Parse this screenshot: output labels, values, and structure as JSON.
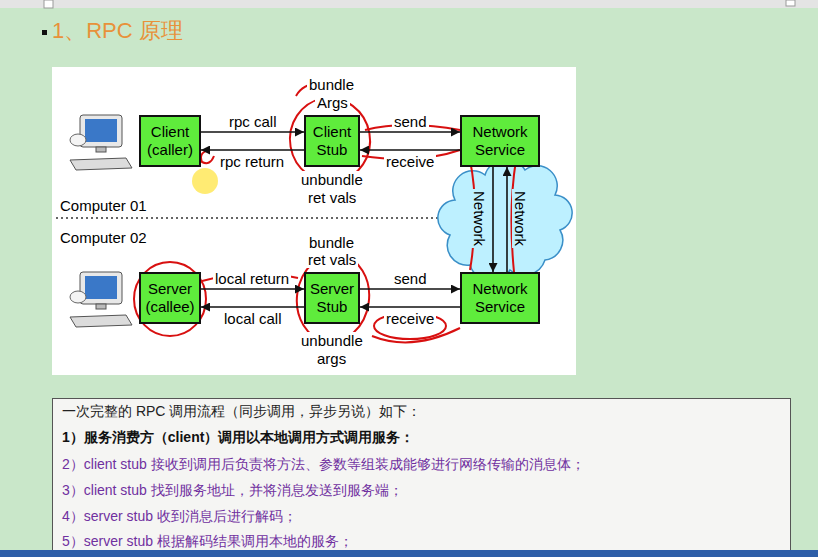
{
  "diagram": {
    "title": "1、RPC 原理",
    "nodes": [
      {
        "text": [
          "Client (caller)"
        ]
      },
      {
        "text": [
          "Client Stub"
        ]
      },
      {
        "text": [
          "Network Service"
        ]
      },
      {
        "text": [
          "Server (callee)"
        ]
      },
      {
        "text": [
          "Server Stub"
        ]
      },
      {
        "text": [
          "Network Service"
        ]
      }
    ],
    "edges": [
      {
        "from": 0,
        "to": 1,
        "label": "rpc call",
        "arrow": "to"
      },
      {
        "from": 1,
        "to": 0,
        "label": "rpc return",
        "arrow": "to"
      },
      {
        "from": 1,
        "to": 2,
        "label": "send",
        "arrow": "to"
      },
      {
        "from": 2,
        "to": 1,
        "label": "receive",
        "arrow": "to"
      },
      {
        "from": 2,
        "to": 5,
        "arrow": "to"
      },
      {
        "from": 5,
        "to": 2,
        "arrow": "to"
      },
      {
        "from": 3,
        "to": 4,
        "label": "local return",
        "arrow": "to"
      },
      {
        "from": 4,
        "to": 3,
        "label": "local call",
        "arrow": "to"
      },
      {
        "from": 4,
        "to": 5,
        "label": "send",
        "arrow": "to"
      },
      {
        "from": 5,
        "to": 4,
        "label": "receive",
        "arrow": "to"
      }
    ],
    "labels": [
      "bundle",
      "Args",
      "unbundle",
      "ret vals",
      "Computer 01",
      "Computer 02",
      "bundle",
      "ret vals",
      "unbundle",
      "args",
      "Network",
      "Network",
      "一次完整的 RPC 调用流程（同步调用，异步另说）如下：",
      "1）服务消费方（client）调用以本地调用方式调用服务：",
      "2）client stub 接收到调用后负责将方法、参数等组装成能够进行网络传输的消息体；",
      "3）client stub 找到服务地址，并将消息发送到服务端；",
      "4）server stub 收到消息后进行解码；",
      "5）server stub 根据解码结果调用本地的服务；"
    ]
  }
}
